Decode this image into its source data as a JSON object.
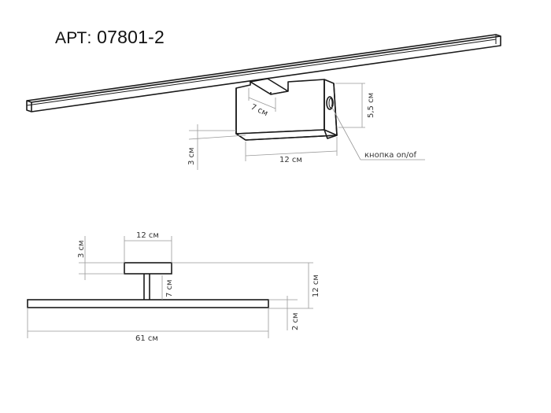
{
  "title": {
    "prefix": "АРТ:",
    "article": "07801-2"
  },
  "perspective_view": {
    "dimensions": {
      "arm_length": "7 см",
      "box_height": "5,5 см",
      "box_width": "12 см",
      "box_depth": "3 см"
    },
    "callout": "кнопка on/of"
  },
  "front_view": {
    "dimensions": {
      "box_width": "12 см",
      "box_height": "3 см",
      "arm_length": "7 см",
      "total_height": "12 см",
      "bar_height": "2 см",
      "bar_length": "61 см"
    }
  },
  "colors": {
    "outline": "#1a1a1a",
    "dimension_line": "#999999",
    "text": "#333333"
  }
}
